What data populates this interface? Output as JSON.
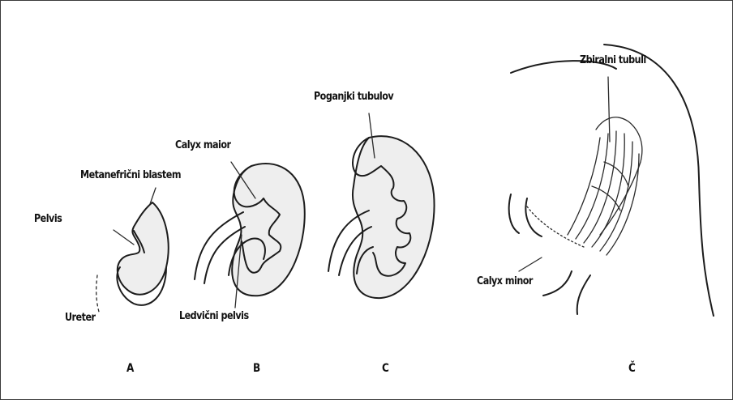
{
  "labels": {
    "metanefricni_blastem": "Metanefrični blastem",
    "pelvis": "Pelvis",
    "ureter": "Ureter",
    "calyx_maior": "Calyx maior",
    "ledvicni_pelvis": "Ledvični pelvis",
    "poganjki_tubulov": "Poganjki tubulov",
    "zbiralni_tubuli": "Zbiralni tubuli",
    "calyx_minor": "Calyx minor"
  },
  "stages": [
    "A",
    "B",
    "C",
    "Č"
  ],
  "colors": {
    "ink": "#1c1c1c",
    "stipple": "#eeeeee",
    "border": "#3a3a3a"
  }
}
